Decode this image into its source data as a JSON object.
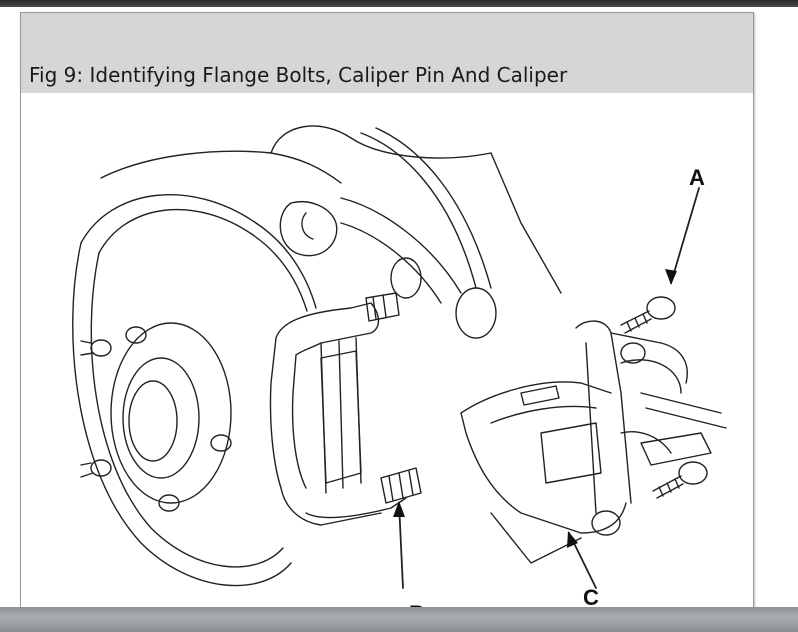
{
  "figure": {
    "caption": "Fig 9: Identifying Flange Bolts, Caliper Pin And Caliper",
    "callouts": {
      "a": "A",
      "b": "B",
      "c": "C"
    }
  }
}
